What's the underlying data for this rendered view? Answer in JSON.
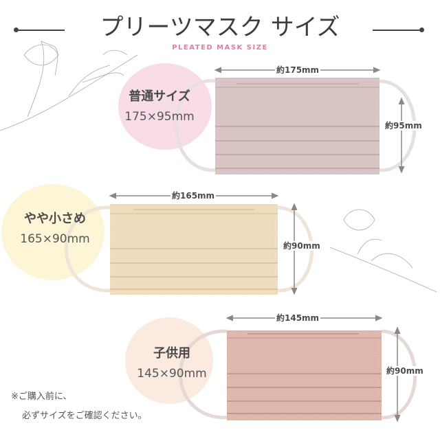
{
  "header": {
    "title": "プリーツマスク サイズ",
    "subtitle": "PLEATED MASK SIZE"
  },
  "sizes": [
    {
      "name": "普通サイズ",
      "size": "175×95mm",
      "width_label": "約175mm",
      "height_label": "約95mm",
      "mask_color": "#d9c4c4",
      "blob_color": "#f8dce8"
    },
    {
      "name": "やや小さめ",
      "size": "165×90mm",
      "width_label": "約165mm",
      "height_label": "約90mm",
      "mask_color": "#efdcbc",
      "blob_color": "#fdf6d6"
    },
    {
      "name": "子供用",
      "size": "145×90mm",
      "width_label": "約145mm",
      "height_label": "約90mm",
      "mask_color": "#ddb6ac",
      "blob_color": "#fbeadf"
    }
  ],
  "note": {
    "line1": "※ご購入前に、",
    "line2": "必ずサイズをご確認ください。"
  }
}
